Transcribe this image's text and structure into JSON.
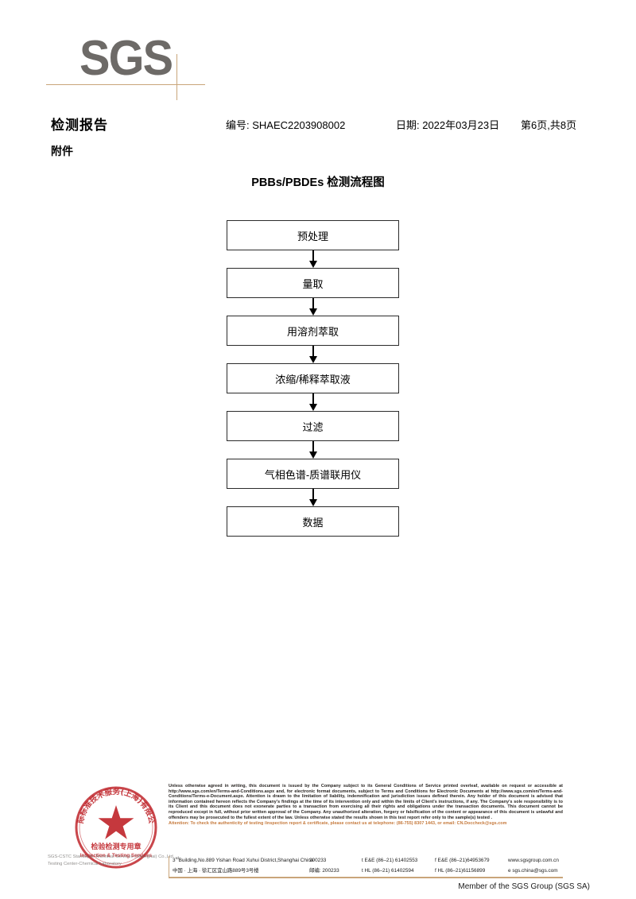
{
  "logo": {
    "text": "SGS",
    "color": "#6d6a67",
    "rule_color": "#c9a57a"
  },
  "header": {
    "title": "检测报告",
    "attachment_label": "附件",
    "report_no": "编号: SHAEC2203908002",
    "date": "日期: 2022年03月23日",
    "page": "第6页,共8页"
  },
  "flowchart": {
    "title": "PBBs/PBDEs 检测流程图",
    "type": "flow",
    "steps": [
      {
        "label": "预处理"
      },
      {
        "label": "量取"
      },
      {
        "label": "用溶剂萃取"
      },
      {
        "label": "浓缩/稀释萃取液"
      },
      {
        "label": "过滤"
      },
      {
        "label": "气相色谱-质谱联用仪"
      },
      {
        "label": "数据"
      }
    ]
  },
  "stamp": {
    "outer_text": "国际标准技术服务(上海)有限公司",
    "inner_text_cn": "检验检测专用章",
    "inner_text_en": "Inspection & Testing Services",
    "color": "#c0272d"
  },
  "watermark": {
    "line1": "SGS-CSTC Standards Technical Services (Shanghai) Co.,Ltd.",
    "line2": "Testing Center-Chemical Laboratory"
  },
  "legal": {
    "paragraph": "Unless otherwise agreed in writing, this document is issued by the Company subject to its General Conditions of Service printed overleaf, available on request or accessible at http://www.sgs.com/en/Terms-and-Conditions.aspx and, for electronic format documents, subject to Terms and Conditions for Electronic Documents at http://www.sgs.com/en/Terms-and-Conditions/Terms-e-Document.aspx. Attention is drawn to the limitation of liability, indemnification and jurisdiction issues defined therein. Any holder of this document is advised that information contained hereon reflects the Company's findings at the time of its intervention only and within the limits of Client's instructions, if any. The Company's sole responsibility is to its Client and this document does not exonerate parties to a transaction from exercising all their rights and obligations under the transaction documents. This document cannot be reproduced except in full, without prior written approval of the Company. Any unauthorized alteration, forgery or falsification of the content or appearance of this document is unlawful and offenders may be prosecuted to the fullest extent of the law. Unless otherwise stated the results shown in this test report refer only to the sample(s) tested .",
    "attention": "Attention: To check the authenticity of testing /inspection report & certificate, please contact us at telephone: (86-755) 8307 1443, or email: CN.Doccheck@sgs.com",
    "attention_color": "#c5783a"
  },
  "address": {
    "en": {
      "building_sup": "rd",
      "building_prefix": "3",
      "line": "Building,No.889 Yishan Road Xuhui District,Shanghai China",
      "zip": "200233",
      "tel": "t E&E (86–21) 61402553",
      "fax": "f E&E (86–21)64953679",
      "web": "www.sgsgroup.com.cn"
    },
    "cn": {
      "line": "中国 · 上海 · 徐汇区宜山路889号3号楼",
      "zip_label": "邮编:",
      "zip": "200233",
      "tel": "t HL (86–21) 61402594",
      "fax": "f HL (86–21)61156899",
      "email": "e sgs.china@sgs.com"
    }
  },
  "footer": {
    "member": "Member of the SGS Group (SGS SA)"
  }
}
